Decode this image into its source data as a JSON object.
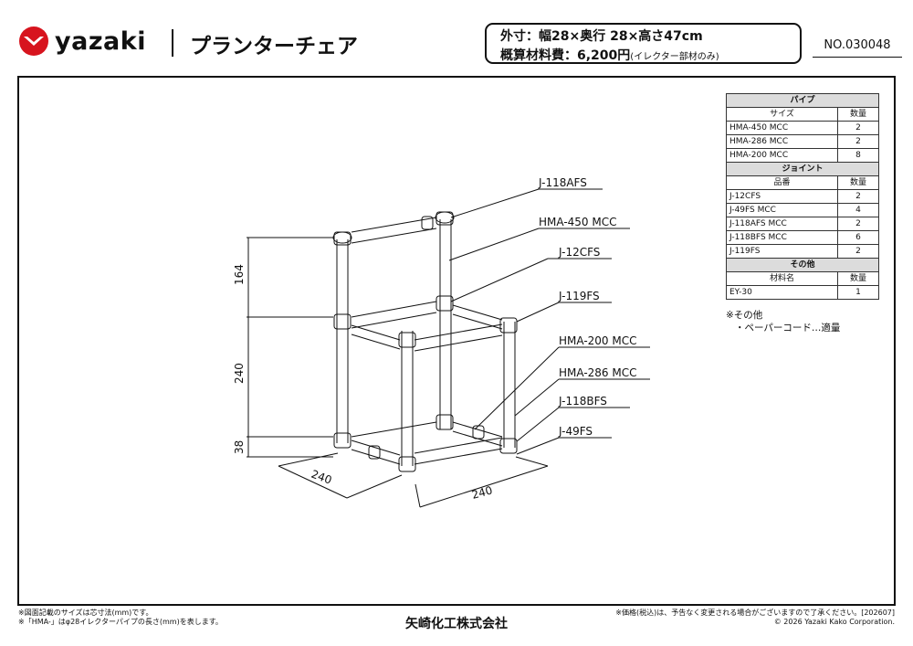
{
  "header": {
    "brand": "yazaki",
    "title": "プランターチェア",
    "spec_line1": "外寸：幅28×奥行 28×高さ47cm",
    "spec_line2_main": "概算材料費：6,200円",
    "spec_line2_note": "(イレクター部材のみ)",
    "doc_no": "NO.030048"
  },
  "drawing": {
    "labels": {
      "j118afs": "J-118AFS",
      "hma450": "HMA-450 MCC",
      "j12cfs": "J-12CFS",
      "j119fs": "J-119FS",
      "hma200": "HMA-200 MCC",
      "hma286": "HMA-286 MCC",
      "j118bfs": "J-118BFS",
      "j49fs": "J-49FS"
    },
    "dims": {
      "h164": "164",
      "h240": "240",
      "h38": "38",
      "w240a": "240",
      "w240b": "240"
    }
  },
  "parts_table": {
    "pipe_title": "パイプ",
    "pipe_header": {
      "name": "サイズ",
      "qty": "数量"
    },
    "pipes": [
      {
        "name": "HMA-450 MCC",
        "qty": "2"
      },
      {
        "name": "HMA-286 MCC",
        "qty": "2"
      },
      {
        "name": "HMA-200 MCC",
        "qty": "8"
      }
    ],
    "joint_title": "ジョイント",
    "joint_header": {
      "name": "品番",
      "qty": "数量"
    },
    "joints": [
      {
        "name": "J-12CFS",
        "qty": "2"
      },
      {
        "name": "J-49FS MCC",
        "qty": "4"
      },
      {
        "name": "J-118AFS MCC",
        "qty": "2"
      },
      {
        "name": "J-118BFS MCC",
        "qty": "6"
      },
      {
        "name": "J-119FS",
        "qty": "2"
      }
    ],
    "other_title": "その他",
    "other_header": {
      "name": "材料名",
      "qty": "数量"
    },
    "others": [
      {
        "name": "EY-30",
        "qty": "1"
      }
    ]
  },
  "notes": {
    "heading": "※その他",
    "item": "・ペーパーコード…適量"
  },
  "footer": {
    "left1": "※図面記載のサイズは芯寸法(mm)です。",
    "left2": "※「HMA-」はφ28イレクターパイプの長さ(mm)を表します。",
    "center": "矢崎化工株式会社",
    "right1": "※価格(税込)は、予告なく変更される場合がございますので了承ください。[202607]",
    "right2": "© 2026 Yazaki Kako  Corporation."
  },
  "colors": {
    "brand_red": "#d7141e",
    "table_header_bg": "#dcdcdc",
    "line": "#111111"
  }
}
